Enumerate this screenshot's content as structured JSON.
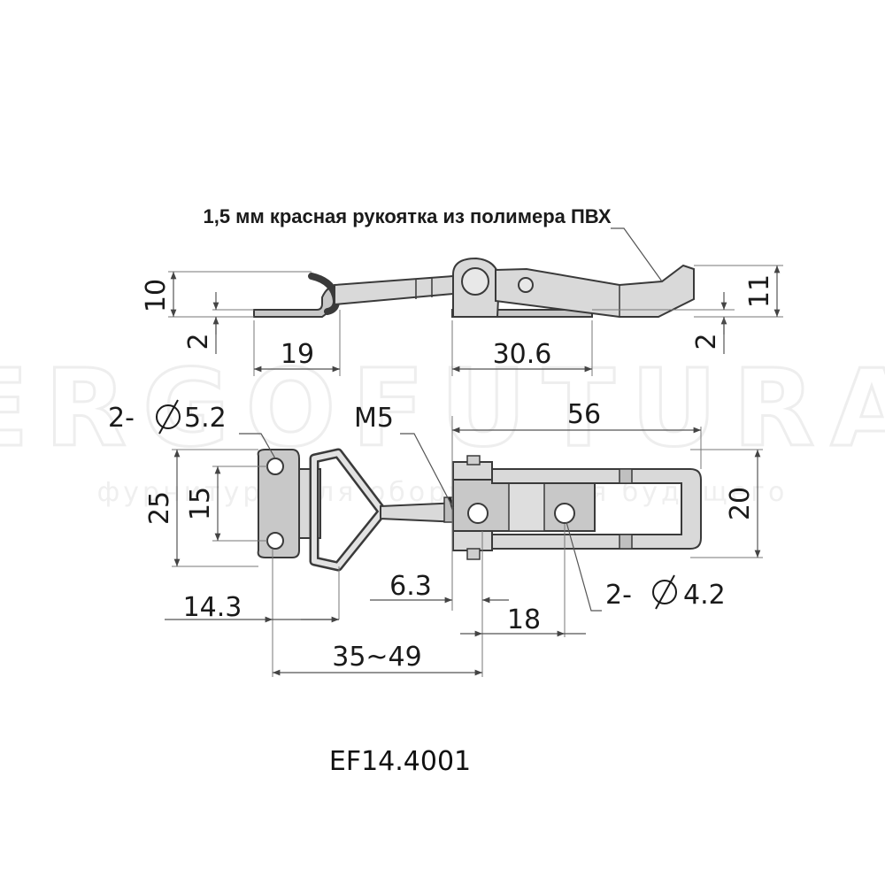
{
  "watermark": {
    "brand": "ERGOFUTURA",
    "tagline": "фурнитура для оборудования будущего"
  },
  "note": "1,5 мм красная рукоятка из полимера ПВХ",
  "side_view": {
    "dims": {
      "d10": "10",
      "d2_left": "2",
      "d19": "19",
      "d30_6": "30.6",
      "d2_right": "2",
      "d11": "11"
    }
  },
  "plan_view": {
    "dims": {
      "holes_left": "2-",
      "holes_left_dia": "5.2",
      "m5": "M5",
      "d56": "56",
      "d25": "25",
      "d15": "15",
      "d20": "20",
      "d6_3": "6.3",
      "holes_right": "2-",
      "holes_right_dia": "4.2",
      "d14_3": "14.3",
      "d18": "18",
      "d35_49": "35~49"
    }
  },
  "model": "EF14.4001"
}
